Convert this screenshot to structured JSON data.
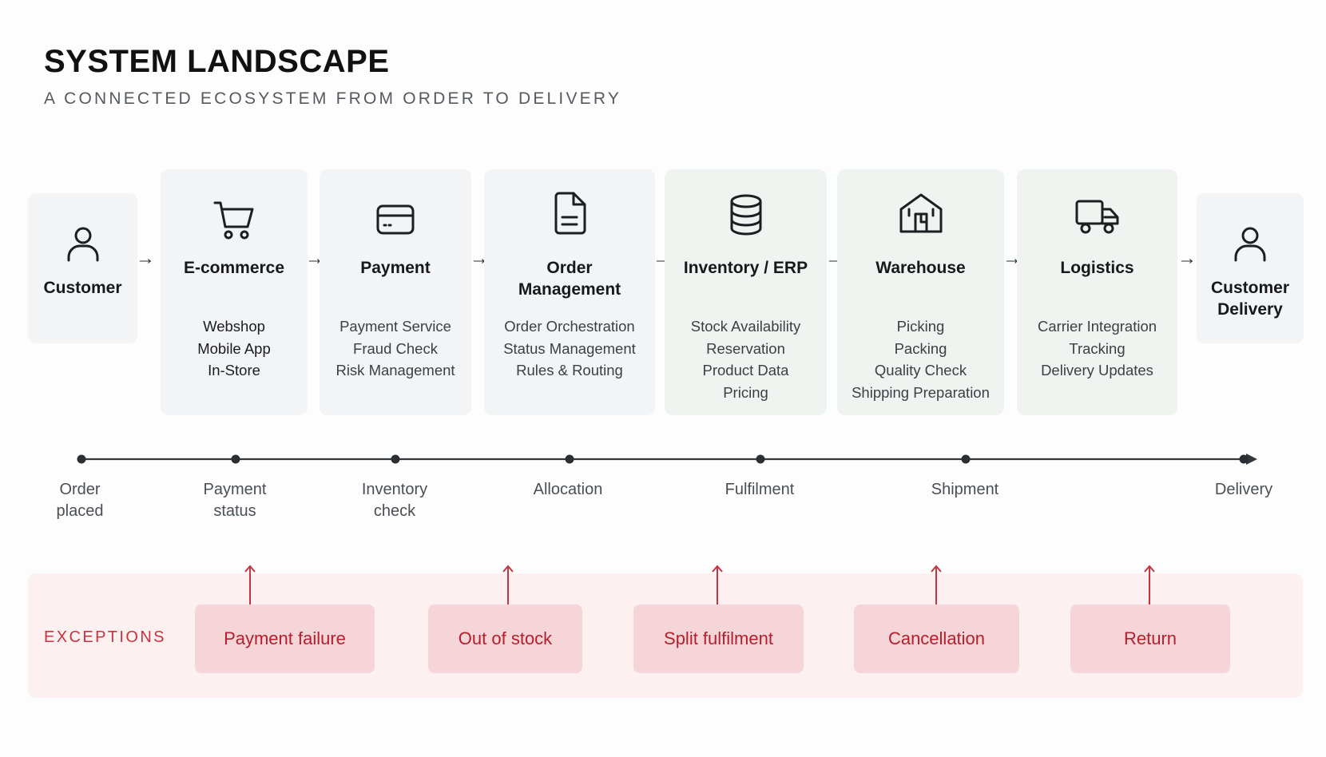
{
  "header": {
    "title": "SYSTEM LANDSCAPE",
    "subtitle": "A CONNECTED ECOSYSTEM FROM ORDER TO DELIVERY"
  },
  "flow": {
    "customer": {
      "name": "Customer",
      "icon": "user-icon"
    },
    "stages": [
      {
        "name": "E-commerce",
        "icon": "cart-icon",
        "details": [
          "Webshop",
          "Mobile App",
          "In-Store"
        ]
      },
      {
        "name": "Payment",
        "icon": "credit-card-icon",
        "details": [
          "Payment Service",
          "Fraud Check",
          "Risk Management"
        ]
      },
      {
        "name_lines": [
          "Order",
          "Management"
        ],
        "icon": "document-icon",
        "details": [
          "Order Orchestration",
          "Status Management",
          "Rules & Routing"
        ]
      },
      {
        "name": "Inventory / ERP",
        "icon": "database-icon",
        "details": [
          "Stock Availability",
          "Reservation",
          "Product Data",
          "Pricing"
        ]
      },
      {
        "name": "Warehouse",
        "icon": "warehouse-icon",
        "details": [
          "Picking",
          "Packing",
          "Quality Check",
          "Shipping Preparation"
        ]
      },
      {
        "name": "Logistics",
        "icon": "truck-icon",
        "details": [
          "Carrier Integration",
          "Tracking",
          "Delivery Updates"
        ]
      }
    ],
    "delivery": {
      "name_lines": [
        "Customer",
        "Delivery"
      ],
      "icon": "user-icon"
    },
    "arrow_glyph": "→"
  },
  "timeline": {
    "milestones": [
      {
        "lines": [
          "Order",
          "placed"
        ]
      },
      {
        "lines": [
          "Payment",
          "status"
        ]
      },
      {
        "lines": [
          "Inventory",
          "check"
        ]
      },
      {
        "lines": [
          "Allocation"
        ]
      },
      {
        "lines": [
          "Fulfilment"
        ]
      },
      {
        "lines": [
          "Shipment"
        ]
      },
      {
        "lines": [
          "Delivery"
        ]
      }
    ]
  },
  "exceptions": {
    "label": "EXCEPTIONS",
    "items": [
      "Payment failure",
      "Out of stock",
      "Split fulfilment",
      "Cancellation",
      "Return"
    ]
  },
  "colors": {
    "accent_red": "#c9333d",
    "exception_box": "#f6d5d8",
    "exception_band": "#fcf0f1",
    "card_grey": "#f3f4f5",
    "card_green": "#f0f4f1"
  }
}
